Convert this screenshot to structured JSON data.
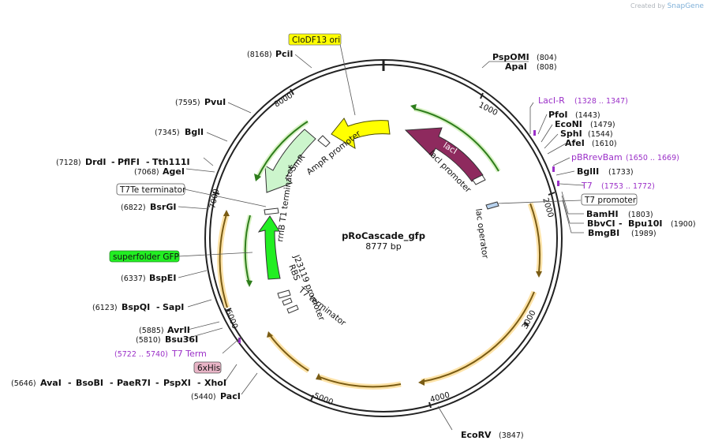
{
  "branding": {
    "prefix": "Created by",
    "name": "SnapGene"
  },
  "plasmid": {
    "name": "pRoCascade_gfp",
    "size": "8777 bp"
  },
  "ticks": [
    "1000",
    "2000",
    "3000",
    "4000",
    "5000",
    "6000",
    "7000",
    "8000"
  ],
  "sites": {
    "psp": {
      "name": "PspOMI",
      "pos": "(804)"
    },
    "apa": {
      "name": "ApaI",
      "pos": "(808)"
    },
    "pfo": {
      "name": "PfoI",
      "pos": "(1443)"
    },
    "eco": {
      "name": "EcoNI",
      "pos": "(1479)"
    },
    "sph": {
      "name": "SphI",
      "pos": "(1544)"
    },
    "afe": {
      "name": "AfeI",
      "pos": "(1610)"
    },
    "bgl2": {
      "name": "BglII",
      "pos": "(1733)"
    },
    "bam": {
      "name": "BamHI",
      "pos": "(1803)"
    },
    "bbv": {
      "name": "BbvCI",
      "name2": "Bpu10I",
      "pos": "(1900)"
    },
    "bmg": {
      "name": "BmgBI",
      "pos": "(1989)"
    },
    "ecorv": {
      "name": "EcoRV",
      "pos": "(3847)"
    },
    "pac": {
      "name": "PacI",
      "pos": "(5440)"
    },
    "ava": {
      "pos": "(5646)",
      "name": "AvaI",
      "n2": "BsoBI",
      "n3": "PaeR7I",
      "n4": "PspXI",
      "n5": "XhoI"
    },
    "bsu": {
      "name": "Bsu36I",
      "pos": "(5810)"
    },
    "avr": {
      "name": "AvrII",
      "pos": "(5885)"
    },
    "bspq": {
      "pos": "(6123)",
      "name": "BspQI",
      "name2": "SapI"
    },
    "bspe": {
      "pos": "(6337)",
      "name": "BspEI"
    },
    "bsrg": {
      "pos": "(6822)",
      "name": "BsrGI"
    },
    "age": {
      "pos": "(7068)",
      "name": "AgeI"
    },
    "dra": {
      "pos": "(7128)",
      "name": "DrdI",
      "n2": "PflFI",
      "n3": "Tth111I"
    },
    "bgl1": {
      "pos": "(7345)",
      "name": "BglI"
    },
    "pvu": {
      "pos": "(7595)",
      "name": "PvuI"
    },
    "pci": {
      "pos": "(8168)",
      "name": "PciI"
    }
  },
  "primers": {
    "laci_r": {
      "name": "LacI-R",
      "pos": "(1328 .. 1347)"
    },
    "pbr": {
      "name": "pBRrevBam",
      "pos": "(1650 .. 1669)"
    },
    "t7": {
      "name": "T7",
      "pos": "(1753 .. 1772)"
    },
    "t7term": {
      "name": "T7 Term",
      "pos": "(5722 .. 5740)"
    }
  },
  "boxes": {
    "ori": "CloDF13 ori",
    "t7te": "T7Te terminator",
    "gfp": "superfolder GFP",
    "t7prom": "T7 promoter",
    "his": "6xHis"
  },
  "features": {
    "laci": "lacI",
    "laci_prom": "lacI promoter",
    "lac_op": "lac operator",
    "smr": "SmR",
    "ampr_prom": "AmpR promoter",
    "rrnb": "rrnB T1 terminator",
    "j23119": "J23119 promoter",
    "rbs": "RBS",
    "t7_term": "T7 terminator"
  },
  "colors": {
    "backbone": "#222222",
    "ori": "#ffff00",
    "laci": "#8e2a5e",
    "smr": "#ccf5cc",
    "gfp": "#22ee22",
    "cds_outline": "#7a5c14",
    "cds_fill": "#f5c96b",
    "primer": "#9b30c8"
  }
}
